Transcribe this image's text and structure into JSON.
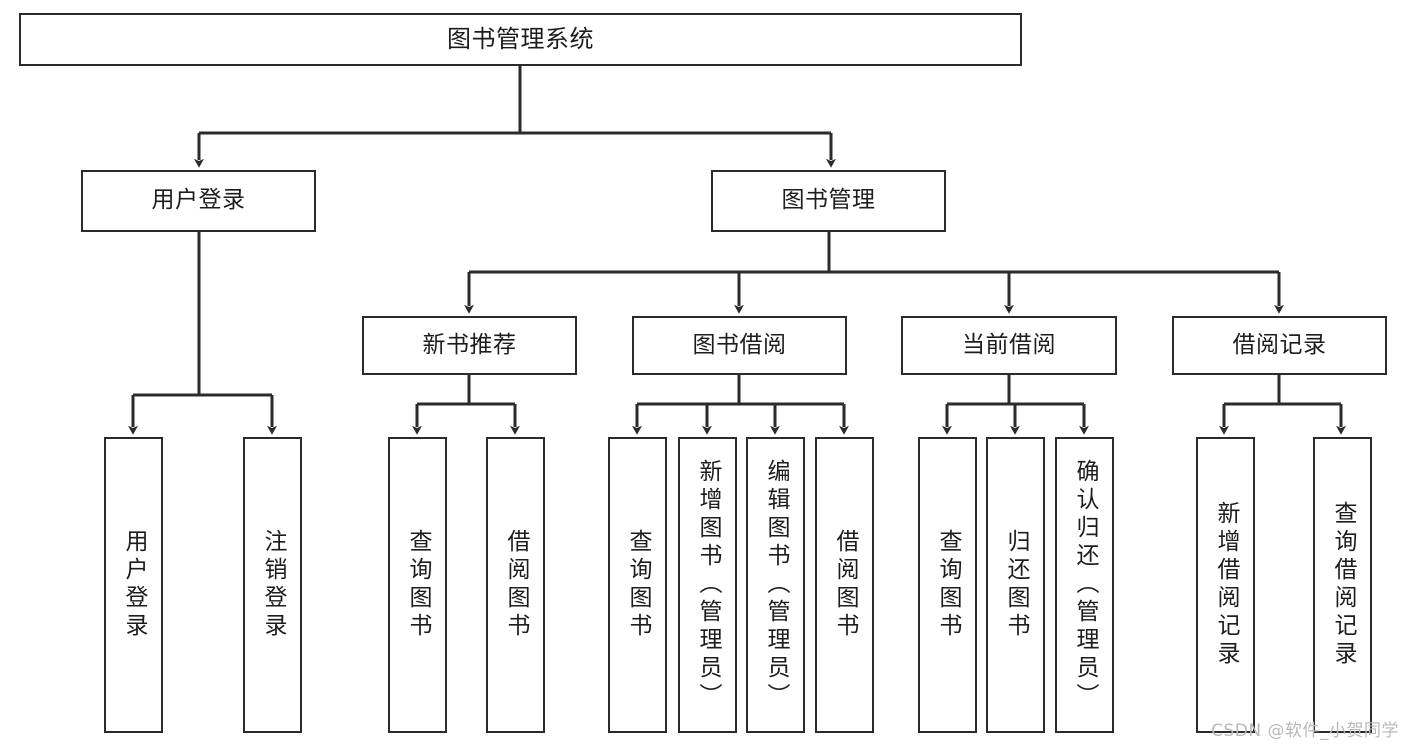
{
  "diagram": {
    "type": "tree-hierarchy",
    "title": "图书管理系统",
    "orientation": "top-down",
    "stroke_color": "#2b2b2b",
    "fill_color": "#ffffff",
    "text_color": "#1d1d1d",
    "levels": 4
  },
  "nodes": {
    "root": {
      "label": "图书管理系统"
    },
    "level1": [
      {
        "id": "user-login",
        "label": "用户登录"
      },
      {
        "id": "book-manage",
        "label": "图书管理"
      }
    ],
    "level2": [
      {
        "id": "new-book-recommend",
        "label": "新书推荐"
      },
      {
        "id": "book-borrow",
        "label": "图书借阅"
      },
      {
        "id": "current-borrow",
        "label": "当前借阅"
      },
      {
        "id": "borrow-record",
        "label": "借阅记录"
      }
    ],
    "leaves": [
      {
        "id": "leaf-user-login",
        "label": "用户登录",
        "parent": "user-login"
      },
      {
        "id": "leaf-logout-login",
        "label": "注销登录",
        "parent": "user-login"
      },
      {
        "id": "leaf-query-book-1",
        "label": "查询图书",
        "parent": "new-book-recommend"
      },
      {
        "id": "leaf-borrow-book-1",
        "label": "借阅图书",
        "parent": "new-book-recommend"
      },
      {
        "id": "leaf-query-book-2",
        "label": "查询图书",
        "parent": "book-borrow"
      },
      {
        "id": "leaf-add-book",
        "label": "新增图书（管理员）",
        "parent": "book-borrow"
      },
      {
        "id": "leaf-edit-book",
        "label": "编辑图书（管理员）",
        "parent": "book-borrow"
      },
      {
        "id": "leaf-borrow-book-2",
        "label": "借阅图书",
        "parent": "book-borrow"
      },
      {
        "id": "leaf-query-book-3",
        "label": "查询图书",
        "parent": "current-borrow"
      },
      {
        "id": "leaf-return-book",
        "label": "归还图书",
        "parent": "current-borrow"
      },
      {
        "id": "leaf-confirm-return",
        "label": "确认归还（管理员）",
        "parent": "current-borrow"
      },
      {
        "id": "leaf-add-record",
        "label": "新增借阅记录",
        "parent": "borrow-record"
      },
      {
        "id": "leaf-query-record",
        "label": "查询借阅记录",
        "parent": "borrow-record"
      }
    ]
  },
  "watermark": {
    "text": "CSDN @软件_小贺同学"
  }
}
